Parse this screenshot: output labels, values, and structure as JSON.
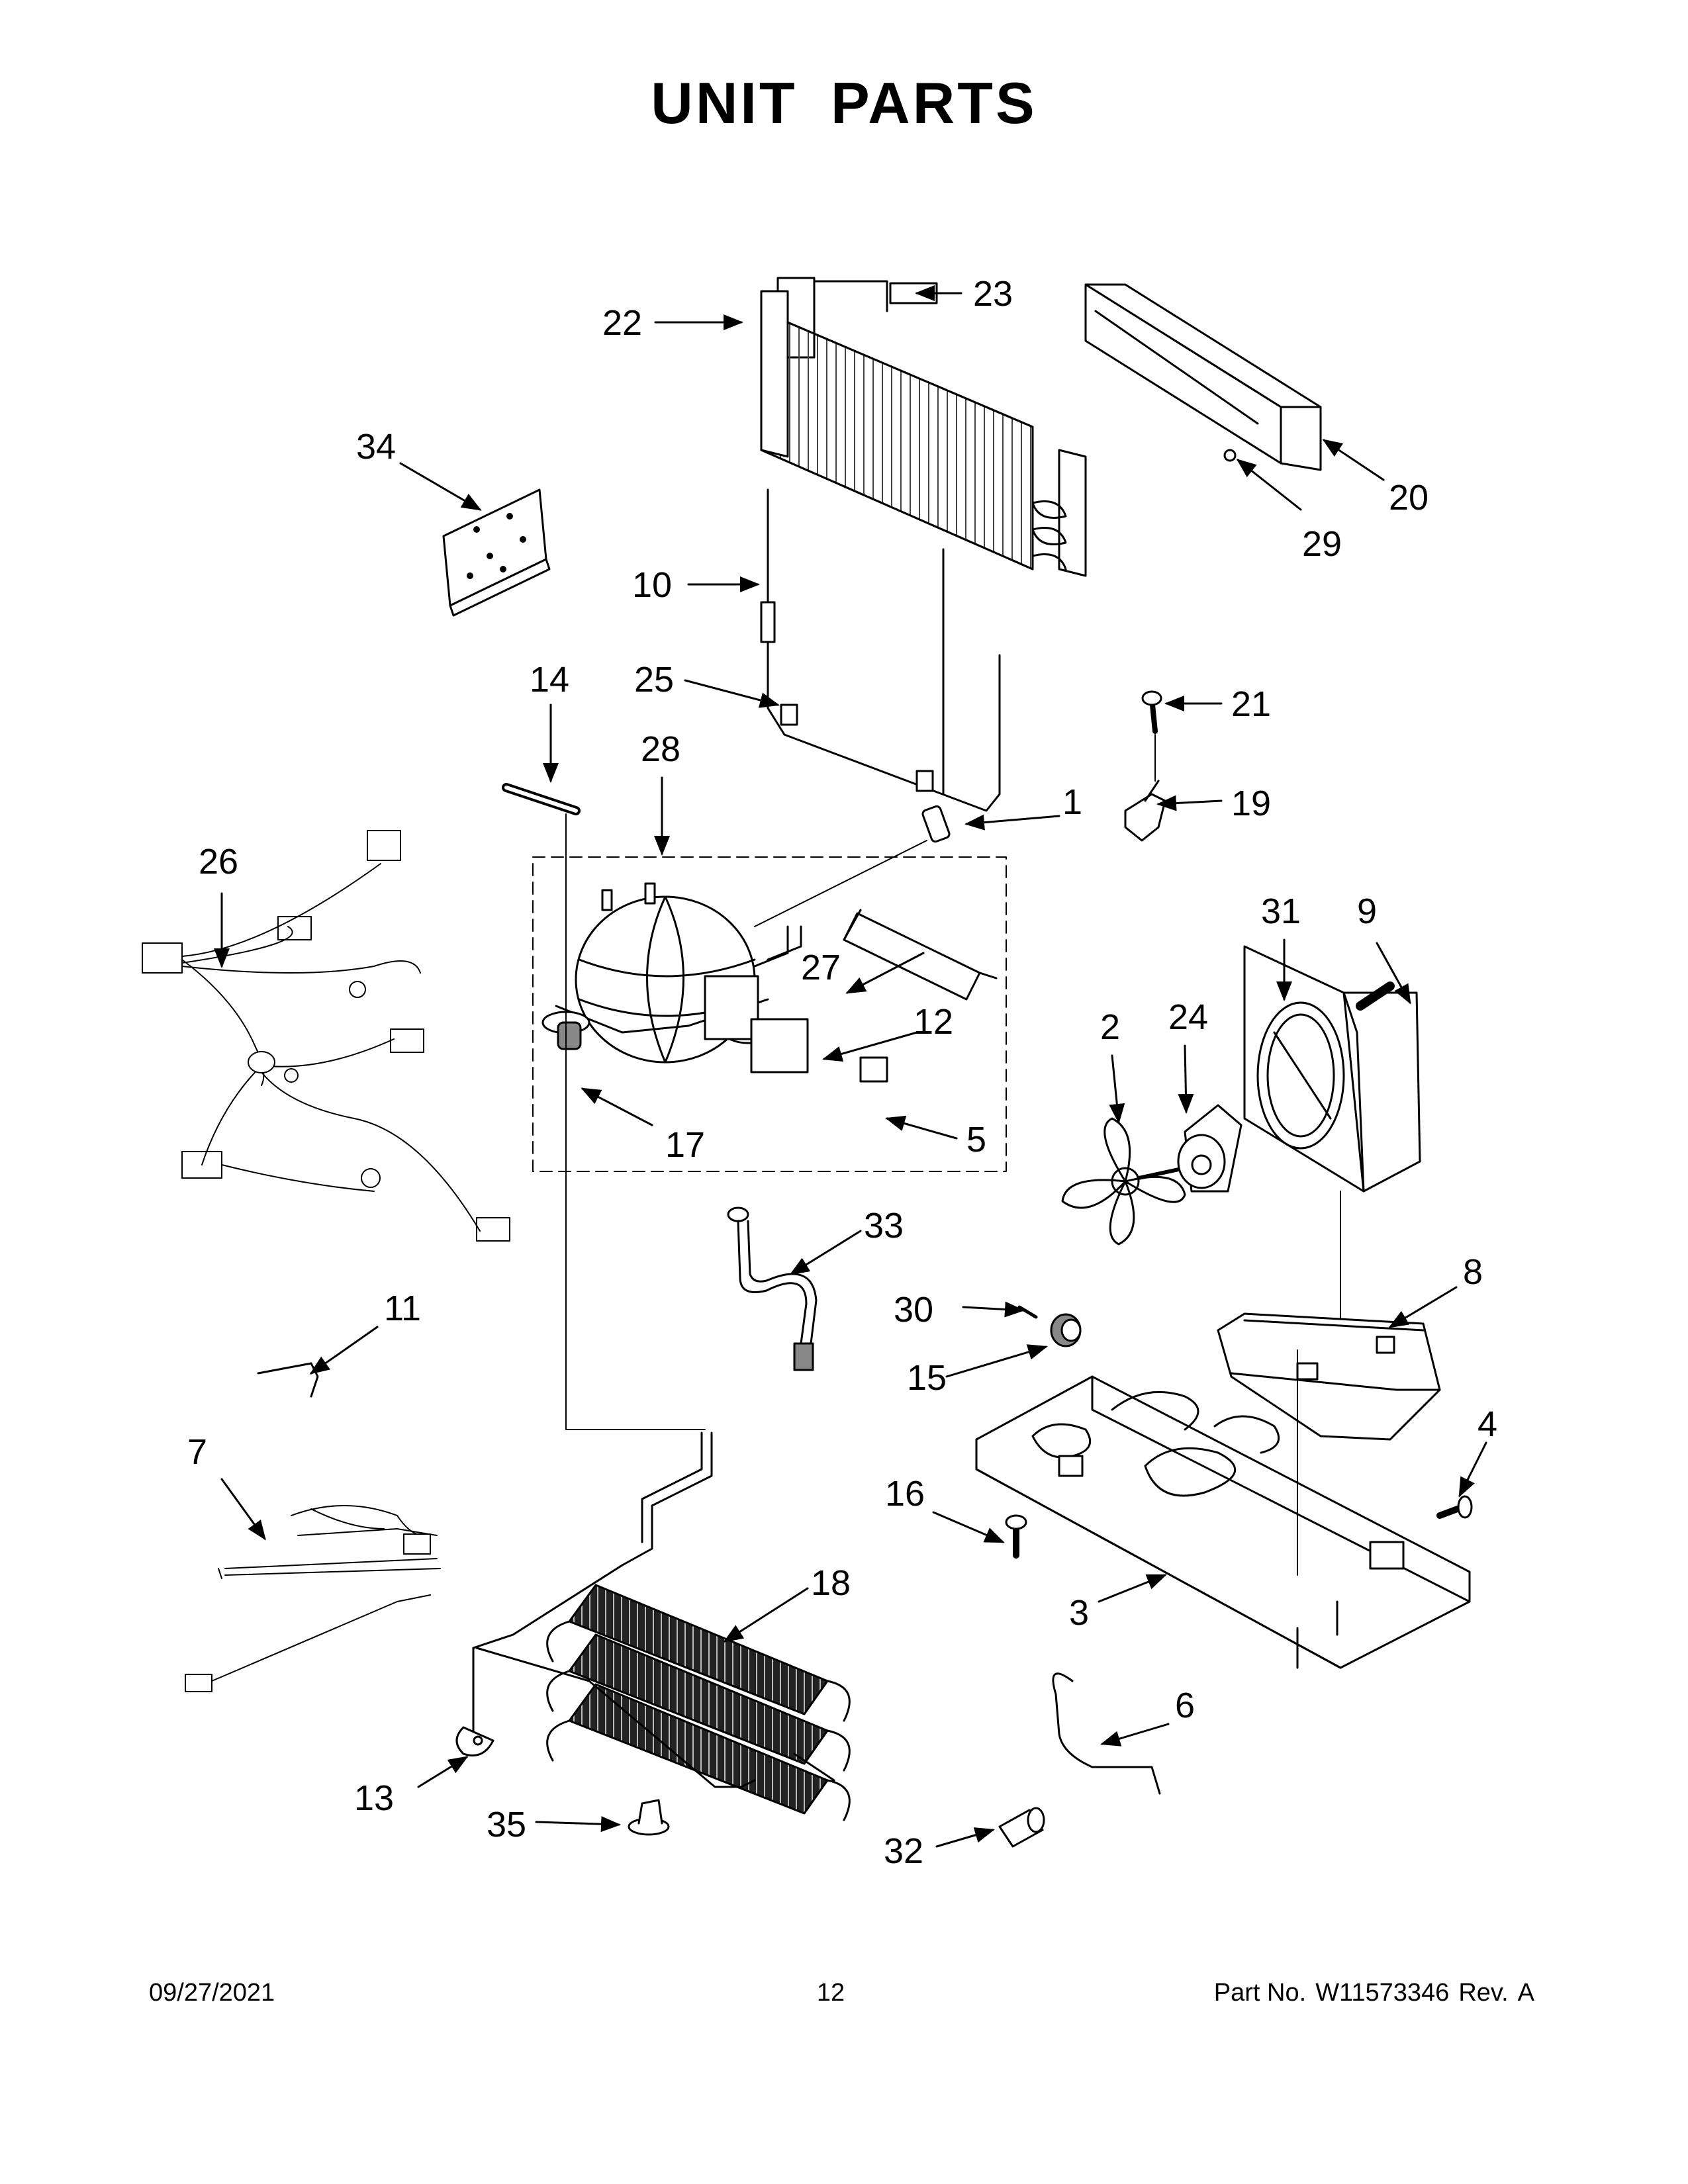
{
  "page": {
    "title": "UNIT PARTS",
    "footer": {
      "date": "09/27/2021",
      "page_number": "12",
      "part_no_label": "Part No.",
      "part_no": "W11573346",
      "rev_label": "Rev.",
      "rev": "A"
    }
  },
  "callouts": [
    {
      "id": "1",
      "label": "1"
    },
    {
      "id": "2",
      "label": "2"
    },
    {
      "id": "3",
      "label": "3"
    },
    {
      "id": "4",
      "label": "4"
    },
    {
      "id": "5",
      "label": "5"
    },
    {
      "id": "6",
      "label": "6"
    },
    {
      "id": "7",
      "label": "7"
    },
    {
      "id": "8",
      "label": "8"
    },
    {
      "id": "9",
      "label": "9"
    },
    {
      "id": "10",
      "label": "10"
    },
    {
      "id": "11",
      "label": "11"
    },
    {
      "id": "12",
      "label": "12"
    },
    {
      "id": "13",
      "label": "13"
    },
    {
      "id": "14",
      "label": "14"
    },
    {
      "id": "15",
      "label": "15"
    },
    {
      "id": "16",
      "label": "16"
    },
    {
      "id": "17",
      "label": "17"
    },
    {
      "id": "18",
      "label": "18"
    },
    {
      "id": "19",
      "label": "19"
    },
    {
      "id": "20",
      "label": "20"
    },
    {
      "id": "21",
      "label": "21"
    },
    {
      "id": "22",
      "label": "22"
    },
    {
      "id": "23",
      "label": "23"
    },
    {
      "id": "24",
      "label": "24"
    },
    {
      "id": "25",
      "label": "25"
    },
    {
      "id": "26",
      "label": "26"
    },
    {
      "id": "27",
      "label": "27"
    },
    {
      "id": "28",
      "label": "28"
    },
    {
      "id": "29",
      "label": "29"
    },
    {
      "id": "30",
      "label": "30"
    },
    {
      "id": "31",
      "label": "31"
    },
    {
      "id": "32",
      "label": "32"
    },
    {
      "id": "33",
      "label": "33"
    },
    {
      "id": "34",
      "label": "34"
    },
    {
      "id": "35",
      "label": "35"
    }
  ]
}
